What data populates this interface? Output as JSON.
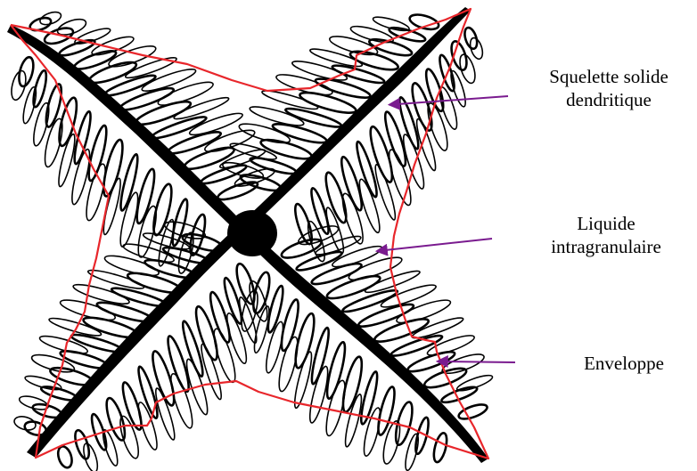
{
  "labels": {
    "skeleton": [
      "Squelette solide",
      "dendritique"
    ],
    "liquid": [
      "Liquide",
      "intragranulaire"
    ],
    "envelope": [
      "Enveloppe"
    ]
  },
  "colors": {
    "envelope_outline": "#e8262b",
    "arrow": "#7a1b8f",
    "dendrite": "#000000",
    "background": "#ffffff"
  }
}
